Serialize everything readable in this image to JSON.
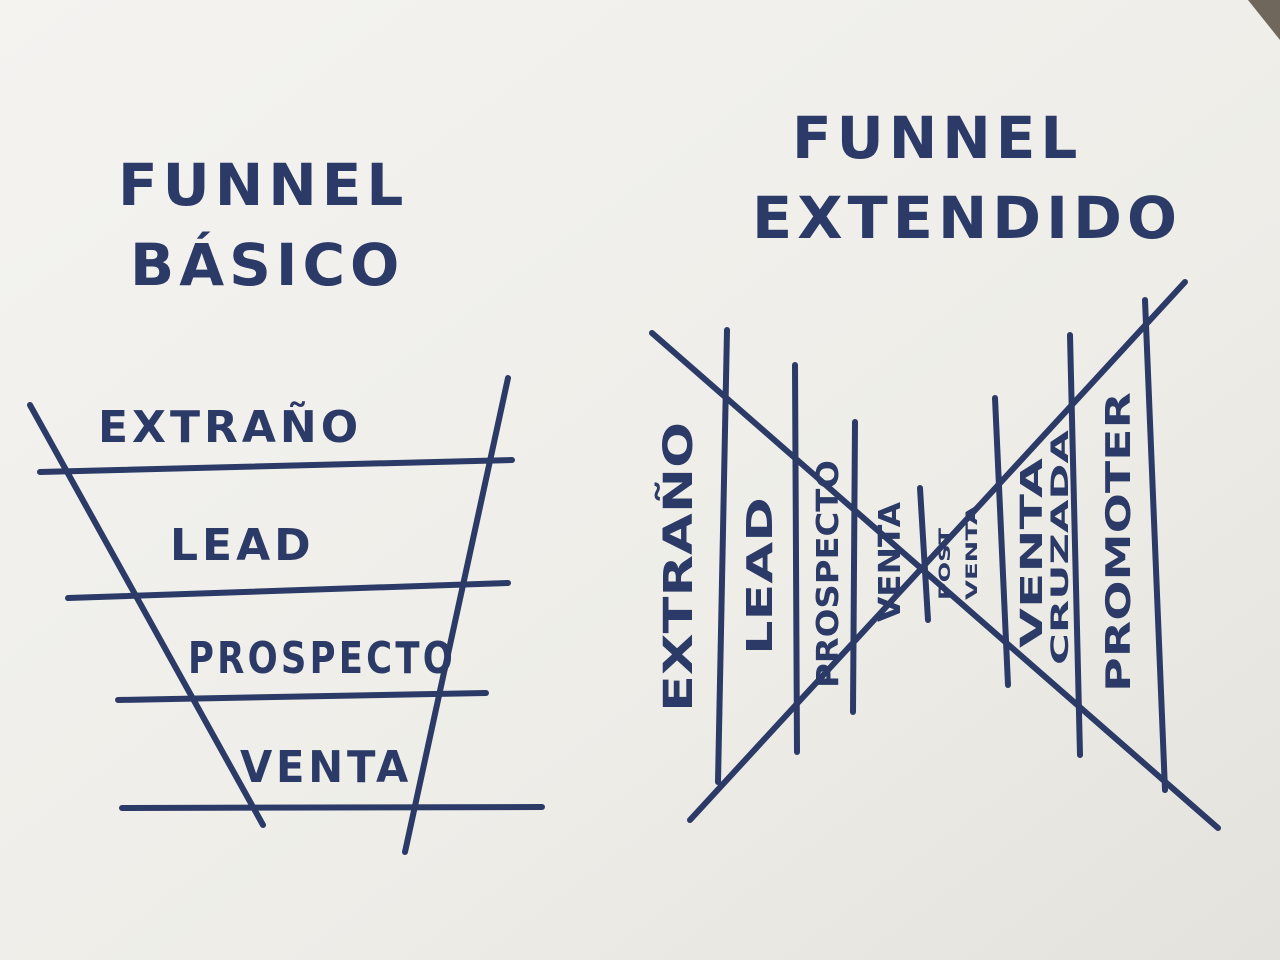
{
  "basic_funnel": {
    "title_line1": "FUNNEL",
    "title_line2": "BÁSICO",
    "stages": [
      "EXTRAÑO",
      "LEAD",
      "PROSPECTO",
      "VENTA"
    ]
  },
  "extended_funnel": {
    "title_line1": "FUNNEL",
    "title_line2": "EXTENDIDO",
    "stages": [
      {
        "line1": "EXTRAÑO",
        "line2": ""
      },
      {
        "line1": "LEAD",
        "line2": ""
      },
      {
        "line1": "PROSPECTO",
        "line2": ""
      },
      {
        "line1": "VENTA",
        "line2": ""
      },
      {
        "line1": "POST",
        "line2": "VENTA"
      },
      {
        "line1": "VENTA",
        "line2": "CRUZADA"
      },
      {
        "line1": "PROMOTER",
        "line2": ""
      }
    ]
  },
  "colors": {
    "ink": "#2b3a66",
    "paper": "#f1f0ec",
    "background": "#6f675c"
  }
}
